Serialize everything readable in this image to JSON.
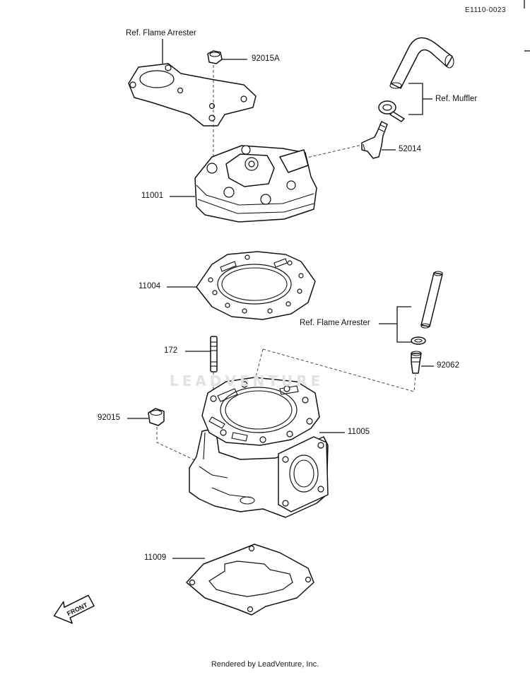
{
  "diagram_code": "E1110-0023",
  "watermark": "LEADVENTURE",
  "footer": "Rendered by LeadVenture, Inc.",
  "front_label": "FRONT",
  "parts": {
    "ref_flame_arrester_top": "Ref. Flame Arrester",
    "p92015A": "92015A",
    "ref_muffler": "Ref. Muffler",
    "p52014": "52014",
    "p11001": "11001",
    "p11004": "11004",
    "ref_flame_arrester_mid": "Ref. Flame Arrester",
    "p172": "172",
    "p92062": "92062",
    "p92015": "92015",
    "p11005": "11005",
    "p11009": "11009"
  }
}
